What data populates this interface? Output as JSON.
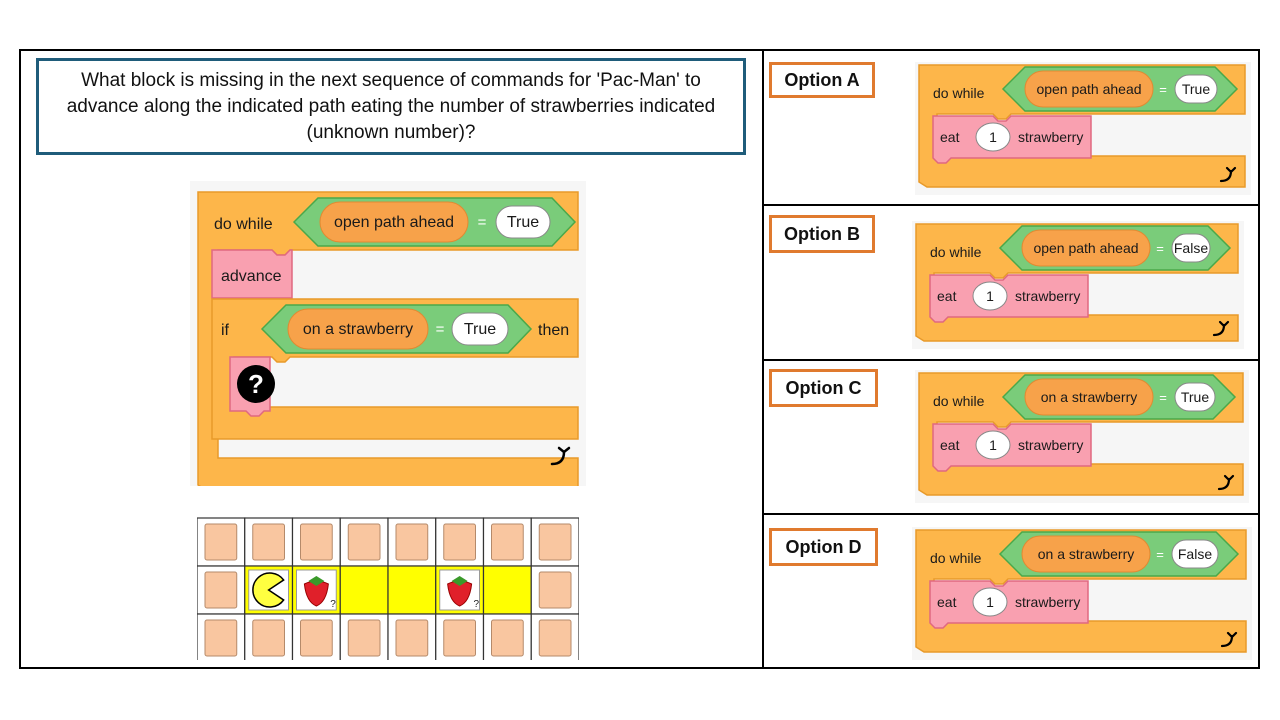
{
  "question": "What block is missing in the next sequence of commands for 'Pac-Man' to advance along the indicated path eating the number of strawberries indicated (unknown number)?",
  "main_program": {
    "do_while": "do while",
    "condition_left": "open path ahead",
    "equals": "=",
    "condition_right": "True",
    "advance": "advance",
    "if": "if",
    "if_left": "on a strawberry",
    "if_right": "True",
    "then": "then",
    "missing_symbol": "?"
  },
  "grid": {
    "rows": 3,
    "cols": 8,
    "path_row": 1,
    "path_cols": [
      1,
      2,
      3,
      4,
      5,
      6
    ],
    "pacman_col": 1,
    "strawberry_cols": [
      2,
      5
    ],
    "strawberry_mark": "?"
  },
  "options": [
    {
      "label": "Option A",
      "do_while": "do while",
      "cond_left": "open path ahead",
      "equals": "=",
      "cond_right": "True",
      "eat": "eat",
      "count": "1",
      "item": "strawberry"
    },
    {
      "label": "Option B",
      "do_while": "do while",
      "cond_left": "open path ahead",
      "equals": "=",
      "cond_right": "False",
      "eat": "eat",
      "count": "1",
      "item": "strawberry"
    },
    {
      "label": "Option C",
      "do_while": "do while",
      "cond_left": "on a strawberry",
      "equals": "=",
      "cond_right": "True",
      "eat": "eat",
      "count": "1",
      "item": "strawberry"
    },
    {
      "label": "Option D",
      "do_while": "do while",
      "cond_left": "on a strawberry",
      "equals": "=",
      "cond_right": "False",
      "eat": "eat",
      "count": "1",
      "item": "strawberry"
    }
  ],
  "colors": {
    "loop_block": "#fdb64a",
    "loop_border": "#e89a2a",
    "action_block": "#f9a0b0",
    "action_border": "#e06880",
    "condition_green": "#7acc7a",
    "condition_border": "#4aa84a",
    "reporter_orange": "#f7a24a",
    "path_yellow": "#ffff00",
    "tile_peach": "#f9c6a0",
    "option_border": "#e07a2e",
    "question_border": "#1f5c7a"
  }
}
